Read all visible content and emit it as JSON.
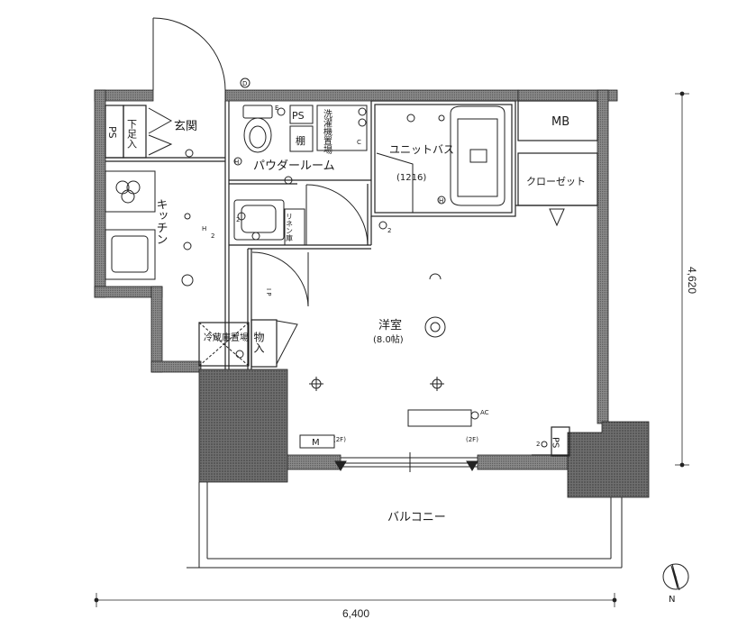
{
  "rooms": {
    "ps_entry": "PS",
    "shoe_box": "下足入",
    "genkan": "玄関",
    "kitchen": "キッチン",
    "powder_room": "パウダールーム",
    "ps_toilet": "PS",
    "shelf": "棚",
    "washer": "洗濯機置場",
    "unit_bath": "ユニットバス",
    "unit_bath_size": "(1216)",
    "linen": "リネン庫",
    "mb": "MB",
    "closet": "クローゼット",
    "western_room": "洋室",
    "western_room_size": "(8.0帖)",
    "fridge": "冷蔵庫置場",
    "storage": "物入",
    "balcony": "バルコニー",
    "ps_balcony": "PS",
    "meter": "M"
  },
  "symbols": {
    "h_mark": "H",
    "d_mark": "D",
    "e_mark": "E",
    "c_mark": "C",
    "ip_mark": "I P",
    "ac_mark": "AC",
    "two_f": "(2F)",
    "two": "2"
  },
  "dimensions": {
    "width": "6,400",
    "depth": "4,620"
  },
  "compass": {
    "north": "N"
  }
}
